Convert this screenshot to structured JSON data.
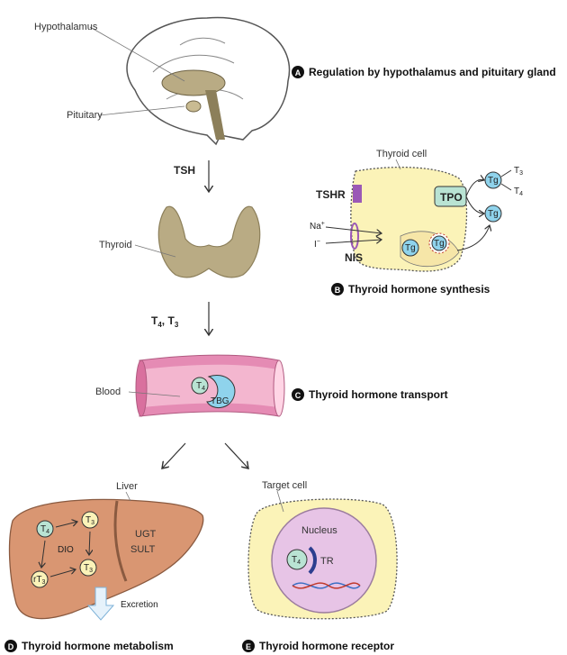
{
  "labels": {
    "hypothalamus": "Hypothalamus",
    "pituitary": "Pituitary",
    "tsh": "TSH",
    "thyroid": "Thyroid",
    "t4t3_main": "T",
    "t4_sub": "4",
    "t3_sub": "3",
    "blood": "Blood",
    "tbg": "TBG",
    "liver": "Liver",
    "dio": "DIO",
    "ugt": "UGT",
    "sult": "SULT",
    "excretion": "Excretion",
    "target_cell": "Target cell",
    "nucleus": "Nucleus",
    "tr": "TR",
    "thyroid_cell": "Thyroid cell",
    "tshr": "TSHR",
    "tpo": "TPO",
    "tg": "Tg",
    "nis": "NIS",
    "na": "Na",
    "na_sup": "+",
    "iodide": "I",
    "iodide_sup": "−",
    "rt": "rT",
    "t": "T"
  },
  "sections": {
    "a": {
      "letter": "A",
      "title": "Regulation by hypothalamus and pituitary gland"
    },
    "b": {
      "letter": "B",
      "title": "Thyroid hormone synthesis"
    },
    "c": {
      "letter": "C",
      "title": "Thyroid hormone transport"
    },
    "d": {
      "letter": "D",
      "title": "Thyroid hormone metabolism"
    },
    "e": {
      "letter": "E",
      "title": "Thyroid hormone receptor"
    }
  },
  "colors": {
    "liver": "#d99672",
    "liver_stroke": "#8a5a40",
    "cell_fill": "#fbf3b8",
    "nucleus_fill": "#e7c4e6",
    "tg_fill": "#8fd3ec",
    "t_node_fill": "#b9e3d3",
    "vessel_outer": "#e58bb4",
    "vessel_inner": "#f3b6cf",
    "thyroid_fill": "#b9ab84",
    "tshr": "#9b59b6"
  }
}
